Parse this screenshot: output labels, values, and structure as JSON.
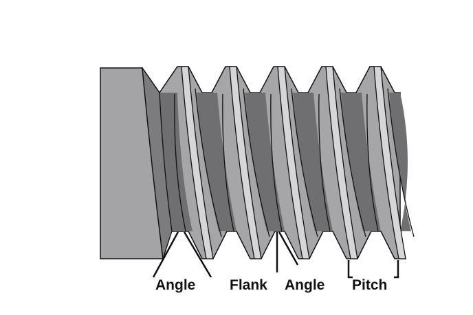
{
  "title": "Screw thread diagram",
  "labels": {
    "angle_left": "Angle",
    "flank": "Flank",
    "angle_right": "Angle",
    "pitch": "Pitch"
  },
  "colors": {
    "head": "#a4a4a6",
    "thread": "#a6a6a8",
    "root": "#6f6f72",
    "crest_highlight": "#d6d6d8",
    "outline": "#111111"
  },
  "thread_count_visible": 5
}
